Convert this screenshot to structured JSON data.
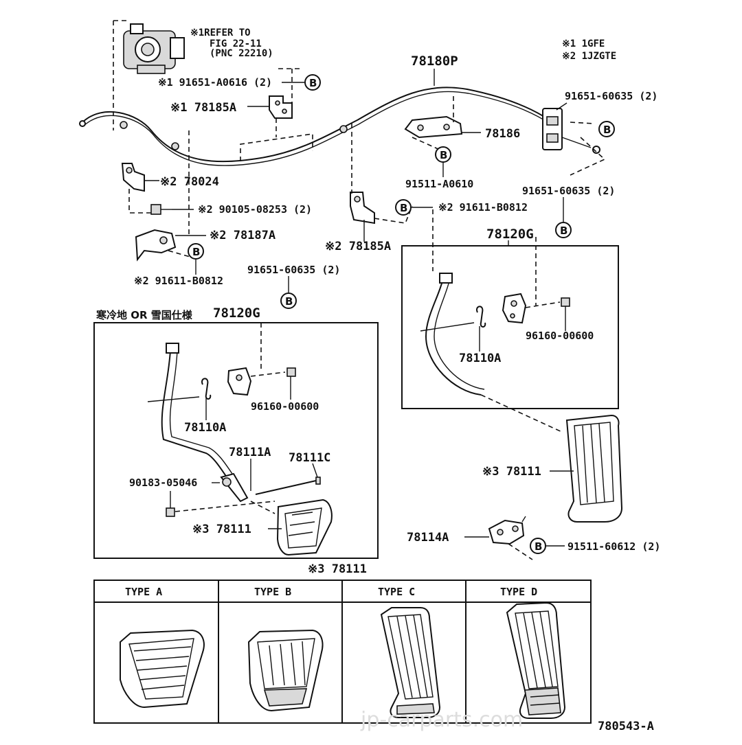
{
  "notes": {
    "refer_line1": "※1REFER TO",
    "refer_line2": "FIG 22-11",
    "refer_line3": "(PNC 22210)",
    "model1": "※1 1GFE",
    "model2": "※2 1JZGTE"
  },
  "parts": {
    "p78180P": "78180P",
    "p91651_A0616": "※1 91651-A0616 (2)",
    "p78185A_top": "※1 78185A",
    "p91651_60635_top": "91651-60635 (2)",
    "p78186": "78186",
    "p91511_A0610": "91511-A0610",
    "p78024": "※2 78024",
    "p90105_08253": "※2 90105-08253 (2)",
    "p78187A": "※2 78187A",
    "p91611_B0812_left": "※2 91611-B0812",
    "p78185A_mid": "※2 78185A",
    "p91611_B0812_mid": "※2 91611-B0812",
    "p91651_60635_mid": "91651-60635 (2)",
    "p91651_60635_left": "91651-60635 (2)",
    "p78120G_right": "78120G",
    "p78120G_left": "78120G",
    "cold_region_note": "寒冷地 OR 雪国仕様",
    "p78110A_right": "78110A",
    "p96160_right": "96160-00600",
    "p78110A_left": "78110A",
    "p96160_left": "96160-00600",
    "p78111A": "78111A",
    "p78111C": "78111C",
    "p90183": "90183-05046",
    "p78111_inbox": "※3 78111",
    "p78111_right": "※3 78111",
    "p78111_below": "※3 78111",
    "p78114A": "78114A",
    "p91511_60612": "91511-60612 (2)",
    "ref_b": "B"
  },
  "types_table": {
    "headers": [
      "TYPE A",
      "TYPE B",
      "TYPE C",
      "TYPE D"
    ]
  },
  "footer": {
    "figure_code": "780543-A",
    "watermark": "jp-carparts.com"
  }
}
